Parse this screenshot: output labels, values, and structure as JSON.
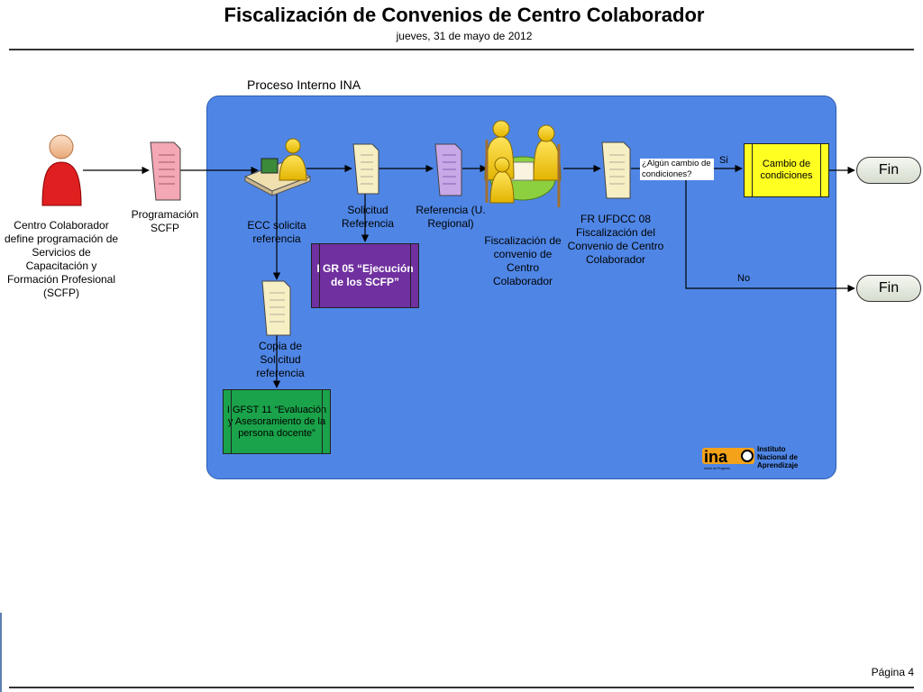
{
  "header": {
    "title": "Fiscalización de Convenios de Centro Colaborador",
    "date": "jueves, 31 de mayo de 2012"
  },
  "lane": {
    "title": "Proceso Interno INA"
  },
  "nodes": {
    "actor": "Centro Colaborador define programación de Servicios de Capacitación y Formación Profesional (SCFP)",
    "programacion": "Programación SCFP",
    "ecc": "ECC solicita referencia",
    "solicitud": "Solicitud Referencia",
    "referencia": "Referencia (U. Regional)",
    "fiscalizacion": "Fiscalización de convenio de Centro Colaborador",
    "fr_ufdcc": "FR UFDCC 08 Fiscalización del Convenio de Centro Colaborador",
    "copia": "Copia de Solicitud referencia",
    "decision": "¿Algún cambio de condiciones?",
    "yes": "Si",
    "no": "No"
  },
  "boxes": {
    "igr05": "I GR 05 “Ejecución de los SCFP”",
    "igfst11": "I GFST 11 “Evaluación y Asesoramiento de la persona docente”",
    "cambio": "Cambio de condiciones"
  },
  "terminals": {
    "fin1": "Fin",
    "fin2": "Fin"
  },
  "logo": {
    "mark": "ina",
    "text": "Instituto Nacional de Aprendizaje",
    "caption": "Unión de Progreso"
  },
  "footer": {
    "page": "Página 4"
  },
  "colors": {
    "lane": "#4f86e6",
    "igr05": "#7030a0",
    "igfst11": "#1aa34a",
    "cambio": "#ffff22",
    "actor": "#e02020",
    "programacion_doc": "#f4a7b4",
    "referencia_doc": "#c9a8e8",
    "doc": "#f7efc4"
  }
}
